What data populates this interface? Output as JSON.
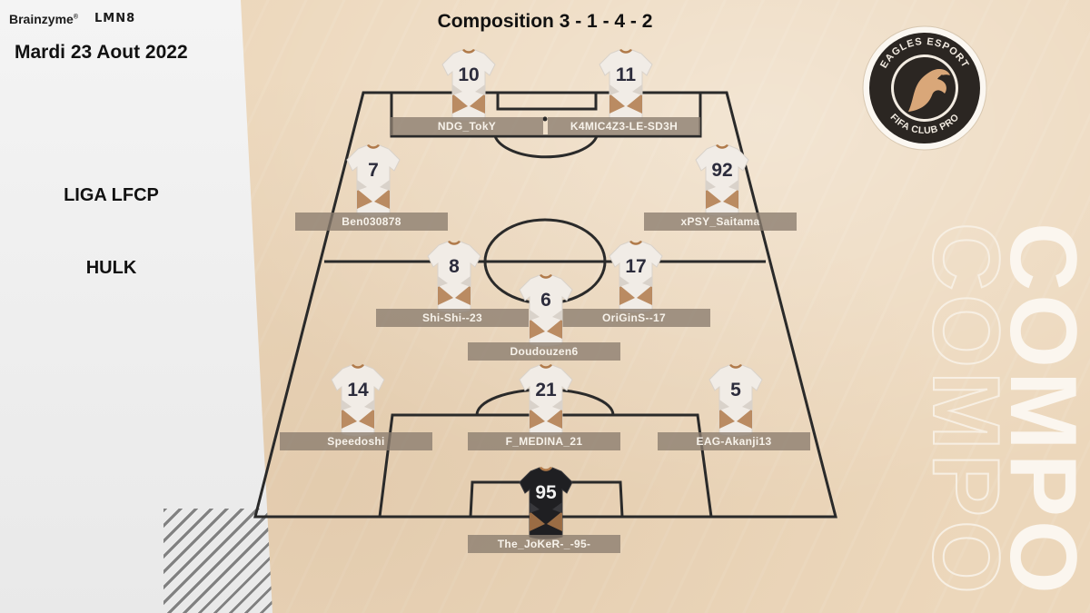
{
  "sponsors": {
    "brand": "Brainzyme",
    "brand_mark": "®",
    "partner": "LMN8"
  },
  "date": "Mardi 23 Aout 2022",
  "league": "LIGA LFCP",
  "opponent": "HULK",
  "title": "Composition 3 - 1 - 4 - 2",
  "side_word": "COMPO",
  "logo": {
    "top_text": "EAGLES  ESPORT",
    "bottom_text": "FIFA CLUB PRO",
    "icon": "eagle-icon"
  },
  "colors": {
    "background": "#ecd7bb",
    "pitch_lines": "#2a2a2a",
    "nameplate": "#8a7c6e",
    "jersey_accent": "#b07a4a"
  },
  "players": [
    {
      "number": "10",
      "name": "NDG_TokY",
      "kit": "outfield"
    },
    {
      "number": "11",
      "name": "K4MIC4Z3-LE-SD3H",
      "kit": "outfield"
    },
    {
      "number": "7",
      "name": "Ben030878",
      "kit": "outfield"
    },
    {
      "number": "92",
      "name": "xPSY_Saitama",
      "kit": "outfield"
    },
    {
      "number": "8",
      "name": "Shi-Shi--23",
      "kit": "outfield"
    },
    {
      "number": "17",
      "name": "OriGinS--17",
      "kit": "outfield"
    },
    {
      "number": "6",
      "name": "Doudouzen6",
      "kit": "outfield"
    },
    {
      "number": "14",
      "name": "Speedoshi",
      "kit": "outfield"
    },
    {
      "number": "21",
      "name": "F_MEDINA_21",
      "kit": "outfield"
    },
    {
      "number": "5",
      "name": "EAG-Akanji13",
      "kit": "outfield"
    },
    {
      "number": "95",
      "name": "The_JoKeR-_-95-",
      "kit": "goalkeeper"
    }
  ]
}
